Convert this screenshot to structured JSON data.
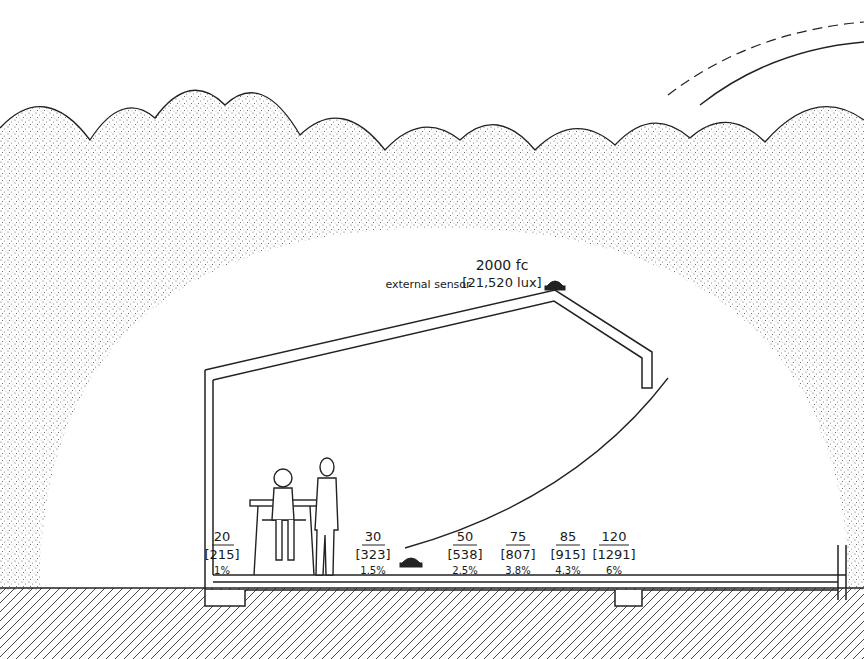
{
  "diagram": {
    "labels": [
      "external sensor",
      "2000 fc",
      "[21,520 lux]",
      "20",
      "[215]",
      "1%",
      "30",
      "[323]",
      "1.5%",
      "50",
      "[538]",
      "2.5%",
      "75",
      "[807]",
      "3.8%",
      "85",
      "[915]",
      "4.3%",
      "120",
      "[1291]",
      "6%"
    ]
  }
}
